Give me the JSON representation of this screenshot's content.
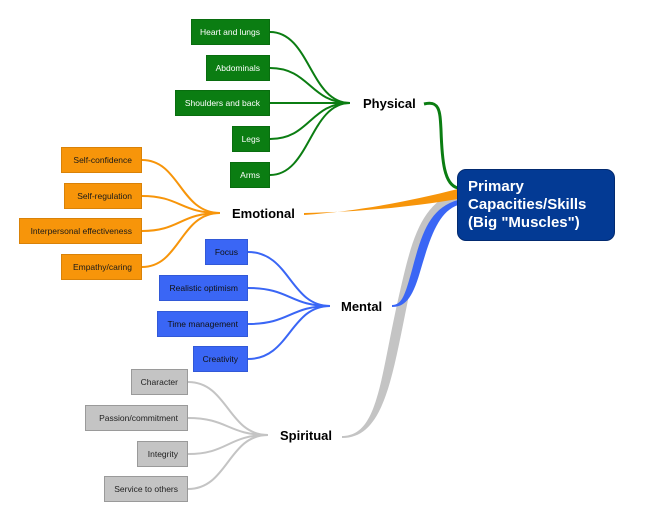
{
  "colors": {
    "physical": "#0b7d12",
    "emotional": "#f7950a",
    "mental": "#3a66f5",
    "spiritual": "#c4c4c4",
    "center": "#033a94"
  },
  "center": {
    "lines": [
      "Primary",
      "Capacities/Skills",
      "(Big \"Muscles\")"
    ]
  },
  "branches": [
    {
      "key": "physical",
      "label": "Physical",
      "items": [
        "Heart and lungs",
        "Abdominals",
        "Shoulders and back",
        "Legs",
        "Arms"
      ]
    },
    {
      "key": "emotional",
      "label": "Emotional",
      "items": [
        "Self-confidence",
        "Self-regulation",
        "Interpersonal effectiveness",
        "Empathy/caring"
      ]
    },
    {
      "key": "mental",
      "label": "Mental",
      "items": [
        "Focus",
        "Realistic optimism",
        "Time management",
        "Creativity"
      ]
    },
    {
      "key": "spiritual",
      "label": "Spiritual",
      "items": [
        "Character",
        "Passion/commitment",
        "Integrity",
        "Service to others"
      ]
    }
  ]
}
